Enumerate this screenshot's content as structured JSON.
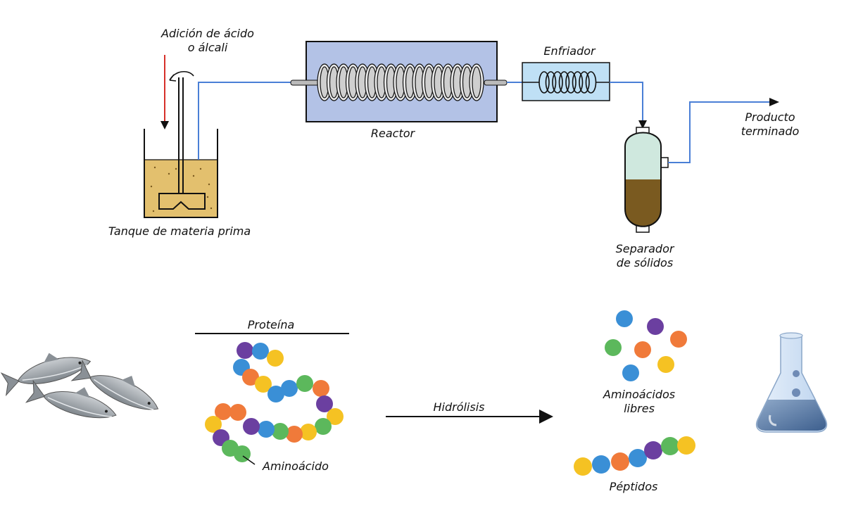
{
  "process": {
    "acid_label_line1": "Adición de ácido",
    "acid_label_line2": "o álcali",
    "tank_label": "Tanque de materia prima",
    "reactor_label": "Reactor",
    "cooler_label": "Enfriador",
    "separator_label_line1": "Separador",
    "separator_label_line2": "de sólidos",
    "product_label_line1": "Producto",
    "product_label_line2": "terminado"
  },
  "hydrolysis": {
    "protein_label": "Proteína",
    "amino_acid_label": "Aminoácido",
    "hydrolysis_label": "Hidrólisis",
    "free_amino_acids_line1": "Aminoácidos",
    "free_amino_acids_line2": "libres",
    "peptides_label": "Péptidos"
  },
  "colors": {
    "pipe": "#4a7fd6",
    "acid_arrow": "#d6302a",
    "reactor_fill": "#b3c2e6",
    "cooler_fill": "#bfe0f5",
    "tank_liquid": "#e3c06e",
    "separator_top": "#cfe8de",
    "separator_bottom": "#7a5a20",
    "bead_purple": "#6b3fa0",
    "bead_blue": "#3a8fd6",
    "bead_yellow": "#f5c223",
    "bead_orange": "#f07a3a",
    "bead_green": "#5cb85c"
  },
  "icons": [
    "fish-icon",
    "flask-icon",
    "coil-icon",
    "mixer-icon"
  ]
}
